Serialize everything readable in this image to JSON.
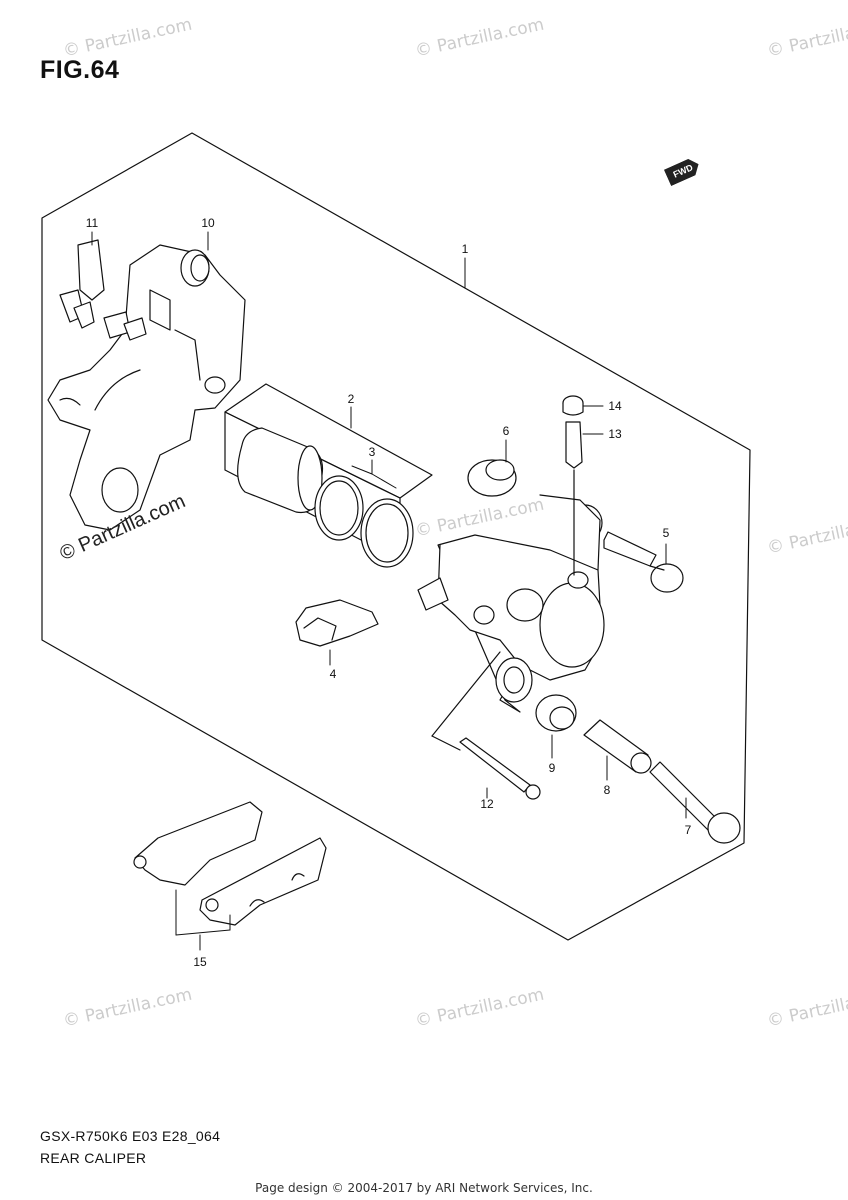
{
  "figure": {
    "title": "FIG.64",
    "direction_badge": "FWD",
    "model_code": "GSX-R750K6 E03 E28_064",
    "section_name": "REAR CALIPER"
  },
  "watermarks": {
    "corner_text": "© Partzilla.com",
    "main_text": "© Partzilla.com"
  },
  "footer": {
    "credit": "Page design © 2004-2017 by ARI Network Services, Inc."
  },
  "callouts": [
    {
      "id": "1",
      "label": "1"
    },
    {
      "id": "2",
      "label": "2"
    },
    {
      "id": "3",
      "label": "3"
    },
    {
      "id": "4",
      "label": "4"
    },
    {
      "id": "5",
      "label": "5"
    },
    {
      "id": "6",
      "label": "6"
    },
    {
      "id": "7",
      "label": "7"
    },
    {
      "id": "8",
      "label": "8"
    },
    {
      "id": "9",
      "label": "9"
    },
    {
      "id": "10",
      "label": "10"
    },
    {
      "id": "11",
      "label": "11"
    },
    {
      "id": "12",
      "label": "12"
    },
    {
      "id": "13",
      "label": "13"
    },
    {
      "id": "14",
      "label": "14"
    },
    {
      "id": "15",
      "label": "15"
    }
  ]
}
